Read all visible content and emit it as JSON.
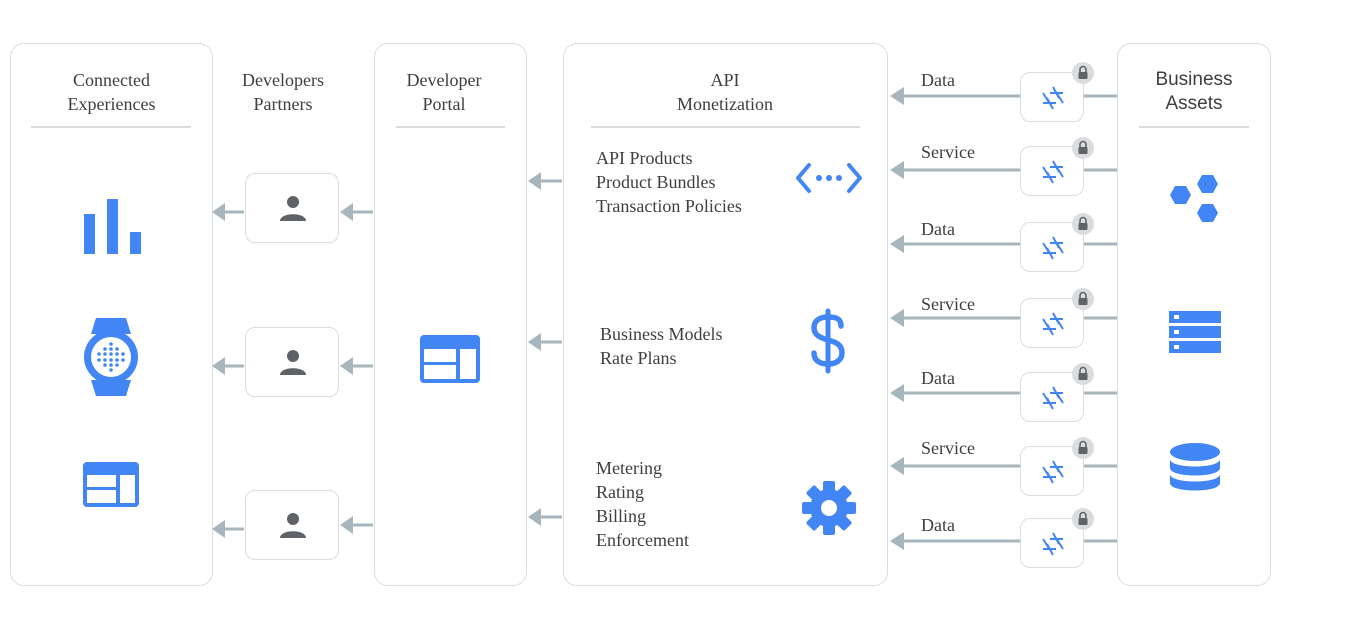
{
  "colors": {
    "brand_blue": "#4285f4",
    "arrow_gray": "#a7b5bc",
    "border_gray": "#dadce0",
    "text": "#3c4043",
    "person_gray": "#5f6368"
  },
  "columns": {
    "connected": {
      "title_line1": "Connected",
      "title_line2": "Experiences"
    },
    "developers": {
      "title_line1": "Developers",
      "title_line2": "Partners"
    },
    "portal": {
      "title_line1": "Developer",
      "title_line2": "Portal"
    },
    "monetization": {
      "title_line1": "API",
      "title_line2": "Monetization"
    },
    "assets": {
      "title_line1": "Business",
      "title_line2": "Assets"
    }
  },
  "monetization_features": [
    {
      "lines": [
        "API Products",
        "Product Bundles",
        "Transaction Policies"
      ],
      "icon": "code-icon"
    },
    {
      "lines": [
        "Business Models",
        "Rate Plans"
      ],
      "icon": "dollar-icon"
    },
    {
      "lines": [
        "Metering",
        "Rating",
        "Billing",
        "Enforcement"
      ],
      "icon": "gear-icon"
    }
  ],
  "flows": [
    {
      "label": "Data"
    },
    {
      "label": "Service"
    },
    {
      "label": "Data"
    },
    {
      "label": "Service"
    },
    {
      "label": "Data"
    },
    {
      "label": "Service"
    },
    {
      "label": "Data"
    }
  ],
  "icons": {
    "connected": [
      "bar-chart-icon",
      "smartwatch-icon",
      "web-layout-icon"
    ],
    "portal": "web-layout-icon",
    "assets": [
      "hexagons-icon",
      "server-icon",
      "database-icon"
    ],
    "gateway": "shutter-icon",
    "lock": "lock-icon",
    "person": "person-icon"
  }
}
